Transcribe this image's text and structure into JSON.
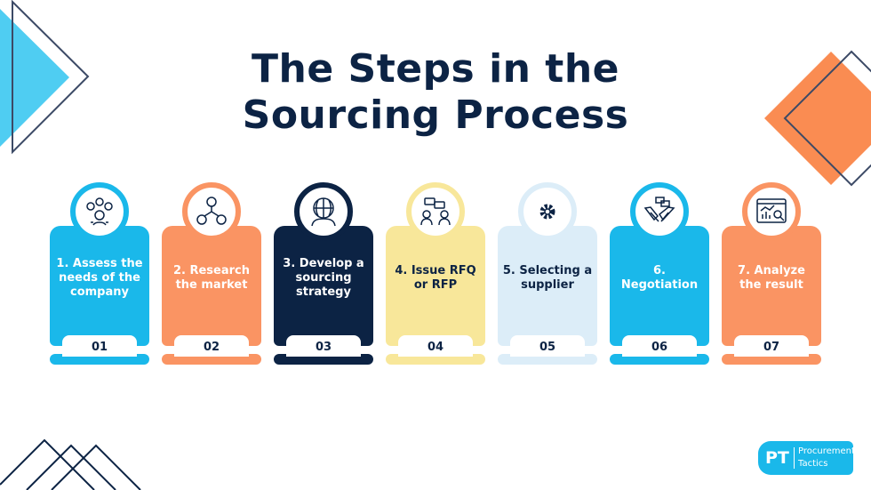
{
  "title_line1": "The Steps in the",
  "title_line2": "Sourcing Process",
  "colors": {
    "navy": "#0c2344",
    "blue": "#1ab8ea",
    "orange": "#fa9463",
    "yellow": "#f8e79a",
    "lightblue": "#dcedf8"
  },
  "steps": [
    {
      "label": "1. Assess the needs of the company",
      "number": "01",
      "color": "#1ab8ea",
      "text_color": "#ffffff",
      "icon": "needs-assessment-icon"
    },
    {
      "label": "2. Research the market",
      "number": "02",
      "color": "#fa9463",
      "text_color": "#ffffff",
      "icon": "network-people-icon"
    },
    {
      "label": "3. Develop a sourcing strategy",
      "number": "03",
      "color": "#0c2344",
      "text_color": "#ffffff",
      "icon": "global-team-icon"
    },
    {
      "label": "4. Issue RFQ or RFP",
      "number": "04",
      "color": "#f8e79a",
      "text_color": "#0c2344",
      "icon": "conversation-icon"
    },
    {
      "label": "5. Selecting a supplier",
      "number": "05",
      "color": "#dcedf8",
      "text_color": "#0c2344",
      "icon": "gear-icon"
    },
    {
      "label": "6. Negotiation",
      "number": "06",
      "color": "#1ab8ea",
      "text_color": "#ffffff",
      "icon": "handshake-icon"
    },
    {
      "label": "7. Analyze the result",
      "number": "07",
      "color": "#fa9463",
      "text_color": "#ffffff",
      "icon": "analytics-icon"
    }
  ],
  "logo": {
    "initials": "PT",
    "line1": "Procurement",
    "line2": "Tactics"
  }
}
